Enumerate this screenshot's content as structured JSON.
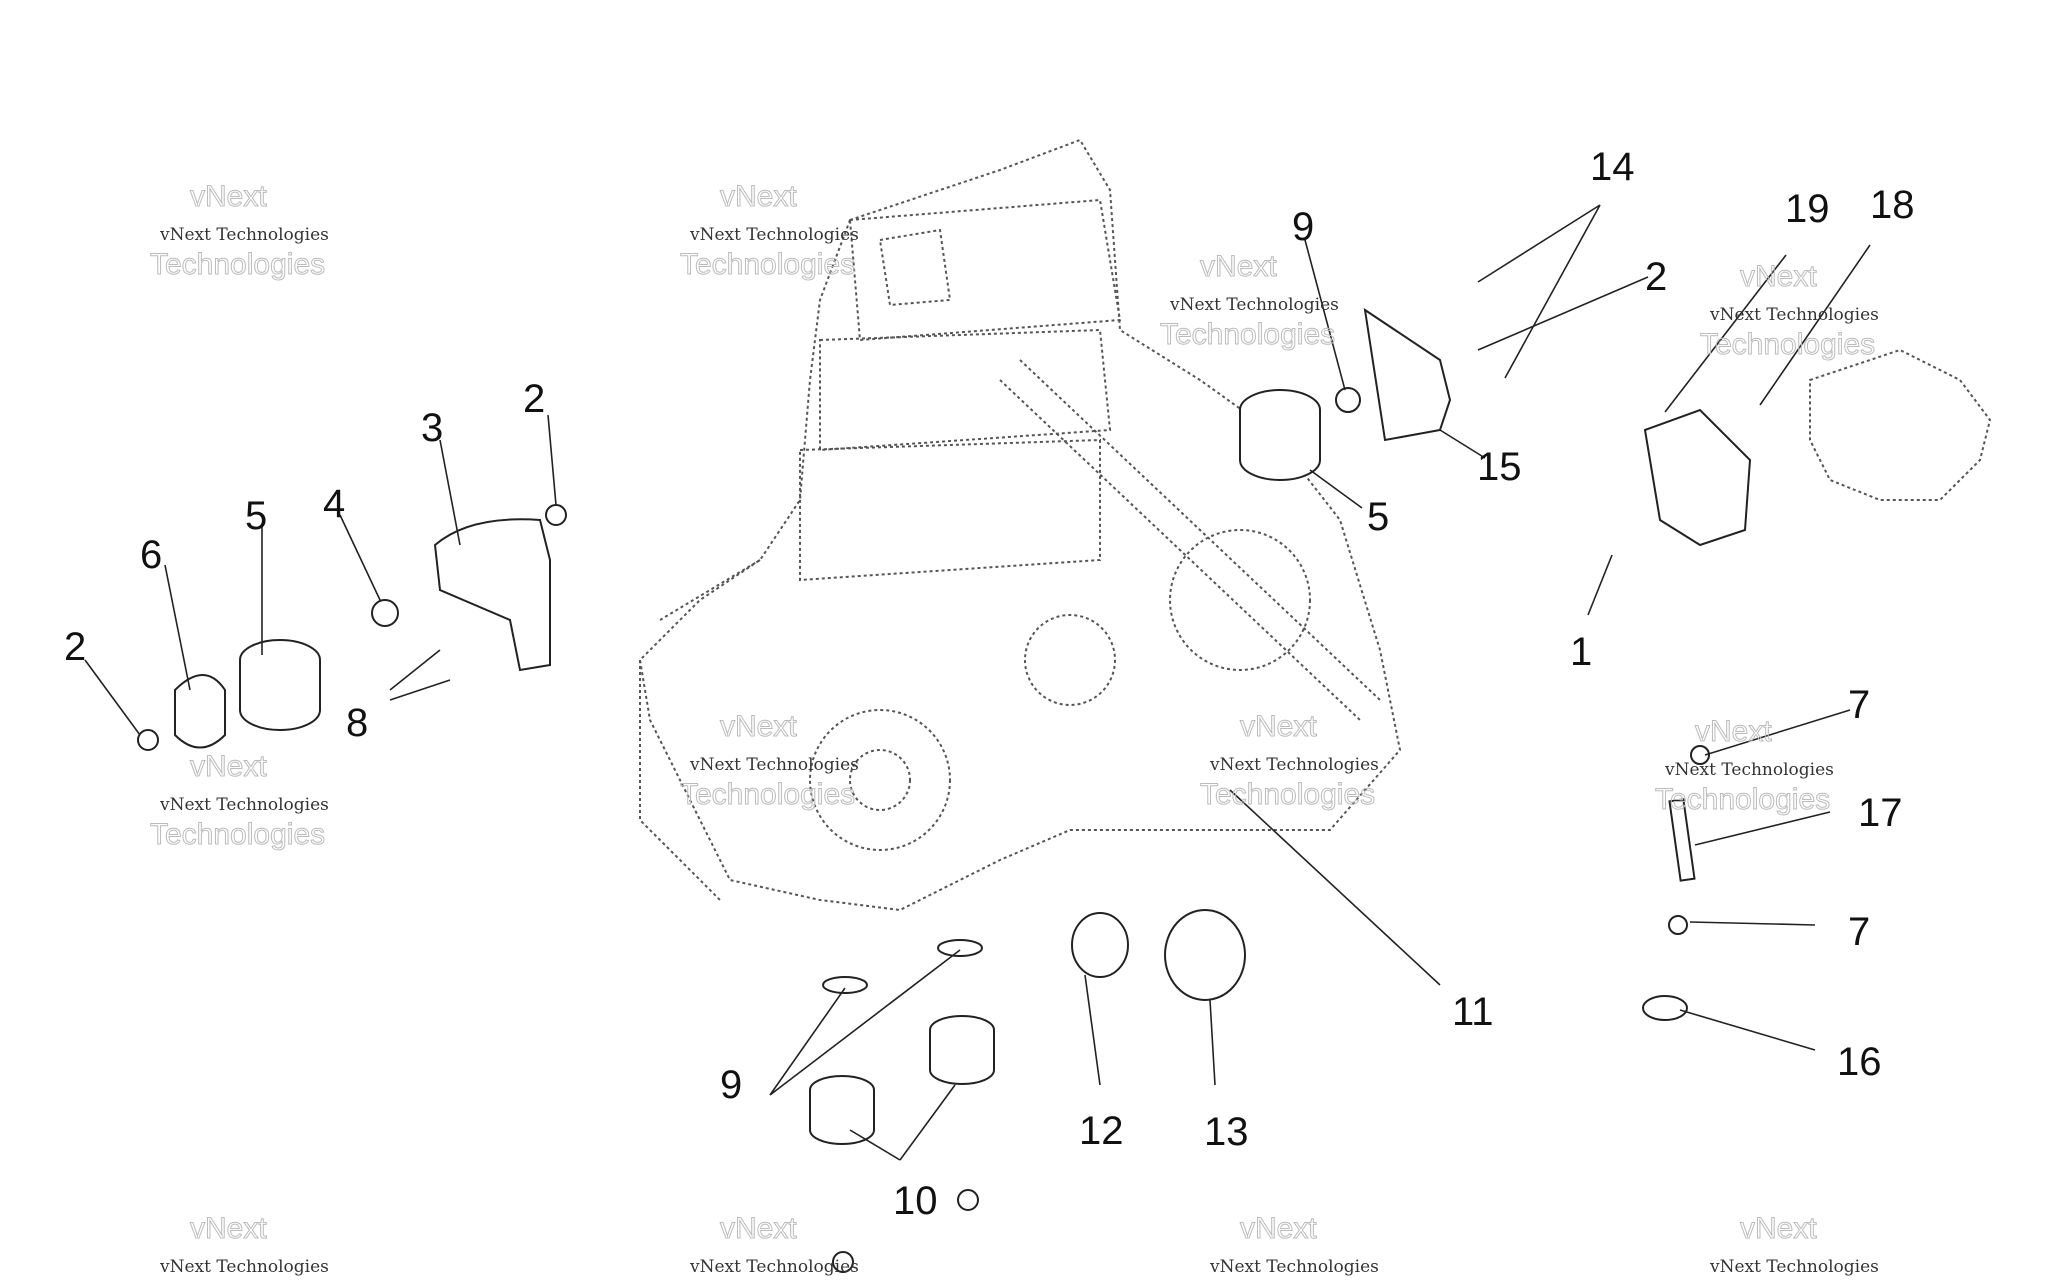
{
  "watermark": {
    "line1": "vNext Technologies",
    "line2": "vNext",
    "line3": "Technologies"
  },
  "callouts": [
    "14",
    "2",
    "19",
    "18",
    "9",
    "15",
    "5",
    "1",
    "2",
    "3",
    "5",
    "4",
    "6",
    "2",
    "8",
    "7",
    "17",
    "7",
    "16",
    "11",
    "12",
    "13",
    "9",
    "10"
  ]
}
